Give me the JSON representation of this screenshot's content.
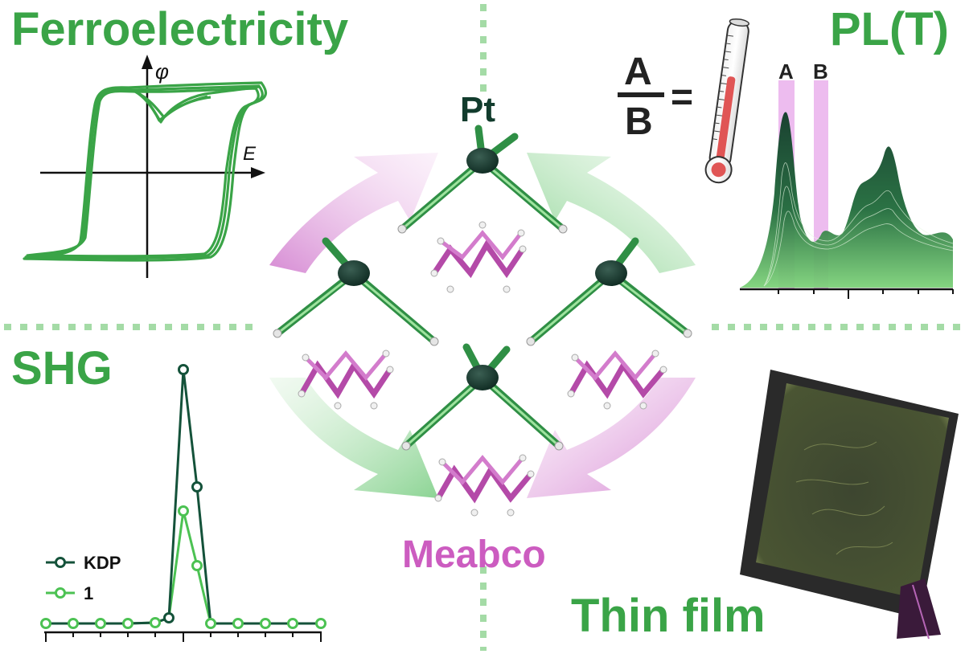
{
  "titles": {
    "ferroelectricity": "Ferroelectricity",
    "pl_t": "PL(T)",
    "shg": "SHG",
    "thin_film": "Thin film"
  },
  "center": {
    "pt_label": "Pt",
    "meabco_label": "Meabco"
  },
  "hysteresis": {
    "y_axis_label": "φ",
    "x_axis_label": "E"
  },
  "pl": {
    "ratio_numerator": "A",
    "ratio_denominator": "B",
    "equals": "=",
    "peak_a_label": "A",
    "peak_b_label": "B"
  },
  "shg_plot": {
    "legend": [
      {
        "name": "KDP",
        "color": "#14523a"
      },
      {
        "name": "1",
        "color": "#4cc253"
      }
    ]
  },
  "colors": {
    "accent_green": "#3aa447",
    "dark_green": "#123c2d",
    "magenta": "#cc5cc0",
    "divider": "#a4dba6"
  }
}
